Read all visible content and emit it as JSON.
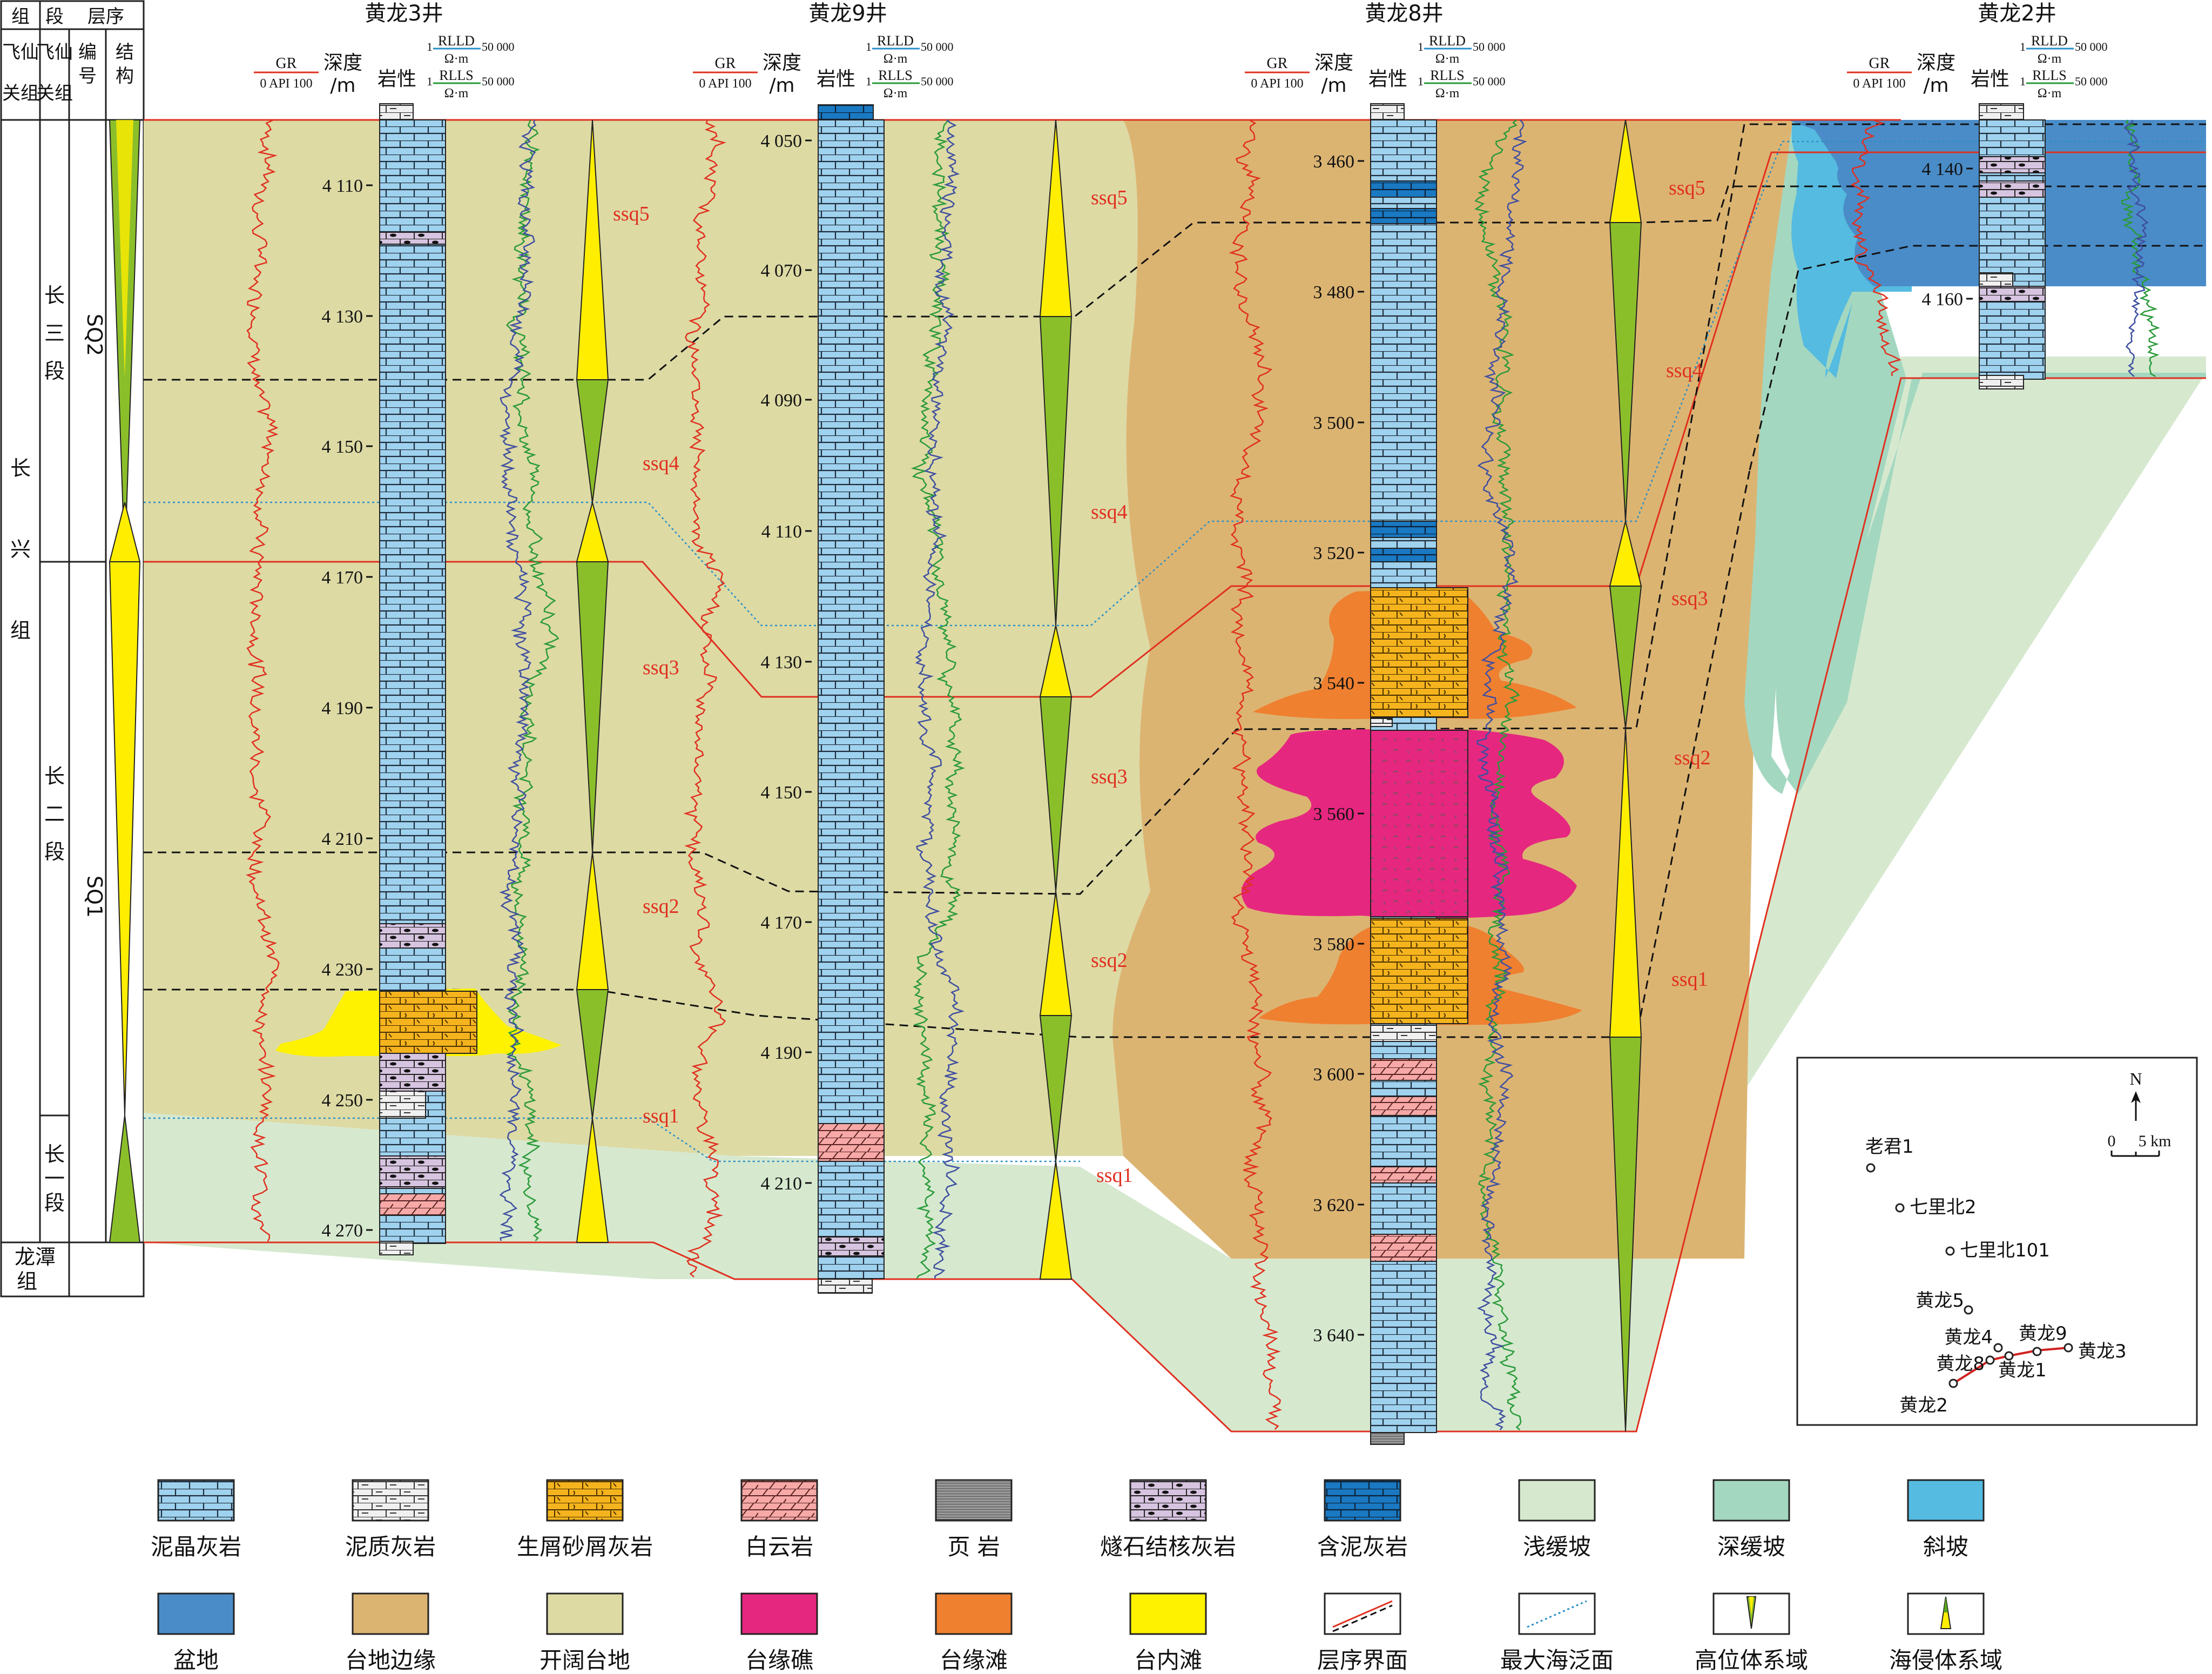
{
  "header": {
    "strat_head": [
      "组",
      "段",
      "层序"
    ],
    "formation_short": [
      "飞仙",
      "关组"
    ],
    "column_labels": [
      "编号",
      "结构"
    ]
  },
  "units": {
    "formation": [
      "长",
      "兴",
      "组"
    ],
    "member3": [
      "长",
      "三",
      "段"
    ],
    "member2": [
      "长",
      "二",
      "段"
    ],
    "member1": [
      "长",
      "一",
      "段"
    ],
    "lower": [
      "龙潭",
      "组"
    ],
    "sq2": "SQ2",
    "sq1": "SQ1"
  },
  "log_header": {
    "gr": "GR",
    "gr_range": "0  API 100",
    "depth": "深度",
    "depth_unit": "/m",
    "lith": "岩性",
    "rlld": "RLLD",
    "rlls": "RLLS",
    "res_unit": "Ω·m",
    "res_min": "1",
    "res_max": "50 000"
  },
  "wells": [
    {
      "name": "黄龙3井",
      "depths": [
        "4 110",
        "4 130",
        "4 150",
        "4 170",
        "4 190",
        "4 210",
        "4 230",
        "4 250",
        "4 270"
      ]
    },
    {
      "name": "黄龙9井",
      "depths": [
        "4 050",
        "4 070",
        "4 090",
        "4 110",
        "4 130",
        "4 150",
        "4 170",
        "4 190",
        "4 210"
      ]
    },
    {
      "name": "黄龙8井",
      "depths": [
        "3 460",
        "3 480",
        "3 500",
        "3 520",
        "3 540",
        "3 560",
        "3 580",
        "3 600",
        "3 620",
        "3 640"
      ]
    },
    {
      "name": "黄龙2井",
      "depths": [
        "4 140",
        "4 160"
      ]
    }
  ],
  "sequences": {
    "ssq5": "ssq5",
    "ssq4": "ssq4",
    "ssq3": "ssq3",
    "ssq2": "ssq2",
    "ssq1": "ssq1"
  },
  "map": {
    "north": "N",
    "scale_zero": "0",
    "scale_label": "5 km",
    "points": [
      "老君1",
      "七里北2",
      "七里北101",
      "黄龙5",
      "黄龙4",
      "黄龙9",
      "黄龙3",
      "黄龙8",
      "黄龙1",
      "黄龙2"
    ]
  },
  "legend": {
    "row1": [
      "泥晶灰岩",
      "泥质灰岩",
      "生屑砂屑灰岩",
      "白云岩",
      "页 岩",
      "燧石结核灰岩",
      "含泥灰岩",
      "浅缓坡",
      "深缓坡",
      "斜坡"
    ],
    "row2": [
      "盆地",
      "台地边缘",
      "开阔台地",
      "台缘礁",
      "台缘滩",
      "台内滩",
      "层序界面",
      "最大海泛面",
      "高位体系域",
      "海侵体系域"
    ]
  },
  "colors": {
    "shallow_ramp": "#d6e9cf",
    "deep_ramp": "#a4d7c0",
    "slope": "#55bbe0",
    "basin": "#4a8cc8",
    "platform_margin": "#dcb472",
    "open_platform": "#dddaa4",
    "reef": "#e6277f",
    "margin_shoal": "#ef8030",
    "inner_shoal": "#fff200",
    "micrite": "#9fd2ee",
    "argillaceous": "#f0f0f0",
    "bioclastic": "#f5b41e",
    "dolomite": "#f6a9a7",
    "shale": "#999999",
    "chert": "#d7c4e0",
    "marly": "#1a79c2",
    "boundary": "#e03020",
    "mfs": "#2a8fc8",
    "tract_yellow": "#ffee00",
    "tract_green": "#5aa51e"
  }
}
